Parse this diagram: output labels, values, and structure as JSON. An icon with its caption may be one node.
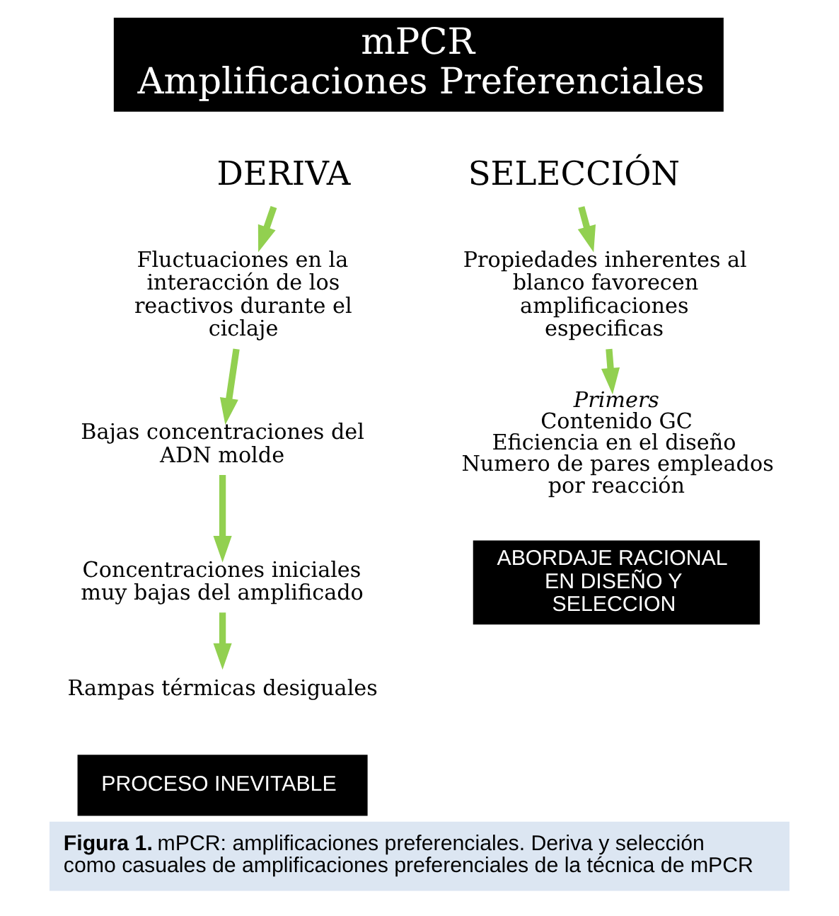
{
  "diagram": {
    "caption": "**Figura 1.** mPCR: amplificaciones preferenciales. Deriva y selección como casuales de amplificaciones preferenciales de la técnica de mPCR",
    "nodes": [
      {
        "text": [
          "mPCR",
          "Amplificaciones Preferenciales"
        ]
      },
      {
        "text": [
          "DERIVA"
        ]
      },
      {
        "text": [
          "Fluctuaciones en la interacción de los reactivos durante el ciclaje"
        ]
      },
      {
        "text": [
          "Bajas concentraciones del ADN molde"
        ]
      },
      {
        "text": [
          "Concentraciones iniciales muy bajas del amplificado"
        ]
      },
      {
        "text": [
          "Rampas térmicas desiguales"
        ]
      },
      {
        "text": [
          "PROCESO INEVITABLE"
        ]
      },
      {
        "text": [
          "SELECCIÓN"
        ]
      },
      {
        "text": [
          "Propiedades inherentes al blanco favorecen amplificaciones especificas"
        ]
      },
      {
        "text": [
          "Primers",
          "Contenido GC",
          "Eficiencia en el diseño",
          "Numero de pares empleados por reacción"
        ]
      },
      {
        "text": [
          "ABORDAJE RACIONAL EN DISEÑO Y SELECCION"
        ]
      }
    ],
    "edges": [
      {
        "from": 1,
        "to": 2,
        "arrow": "to"
      },
      {
        "from": 2,
        "to": 3,
        "arrow": "to"
      },
      {
        "from": 3,
        "to": 4,
        "arrow": "to"
      },
      {
        "from": 4,
        "to": 5,
        "arrow": "to"
      },
      {
        "from": 7,
        "to": 8,
        "arrow": "to"
      },
      {
        "from": 8,
        "to": 9,
        "arrow": "to"
      }
    ]
  }
}
